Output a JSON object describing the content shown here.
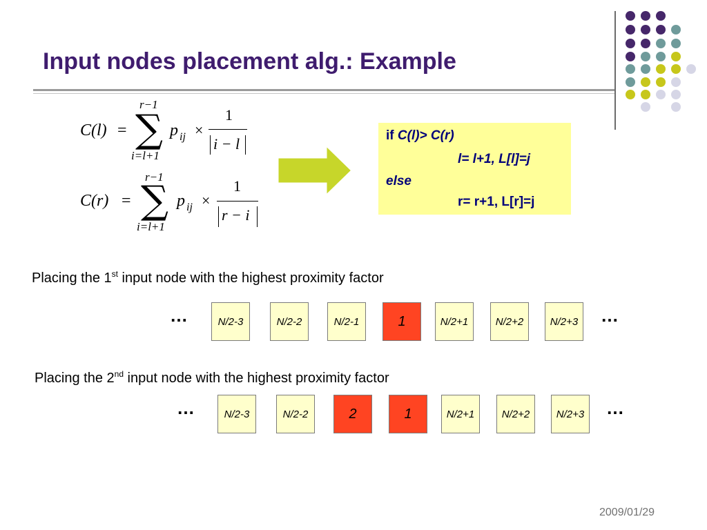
{
  "title": "Input nodes placement alg.: Example",
  "colors": {
    "title": "#3f1c6e",
    "purple": "#46276a",
    "teal": "#6f9b9b",
    "olive": "#c7c71b",
    "lavender": "#d6d6e6",
    "code_bg": "#ffff99",
    "code_text": "#00007a",
    "selected_node": "#ff4422",
    "node_bg": "#ffffcc",
    "arrow": "#c7d62a"
  },
  "formula_l": {
    "lhs": "C(l)",
    "eq": "=",
    "sum_upper": "r−1",
    "sum_lower": "i=l+1",
    "term": "p",
    "term_sub": "ij",
    "times": "×",
    "numerator": "1",
    "denominator": "i − l"
  },
  "formula_r": {
    "lhs": "C(r)",
    "eq": "=",
    "sum_upper": "r−1",
    "sum_lower": "i=l+1",
    "term": "p",
    "term_sub": "ij",
    "times": "×",
    "numerator": "1",
    "denominator": "r − i"
  },
  "code": {
    "line1_kw": "if ",
    "line1_cond": "C(l)> C(r)",
    "line2": "l= l+1, L[l]=j",
    "line3": "else",
    "line4": "r= r+1, L[r]=j"
  },
  "step1": {
    "caption_pre": "Placing the 1",
    "caption_sup": "st",
    "caption_post": " input node with the highest proximity factor",
    "ellipsis_left": "…",
    "ellipsis_right": "…",
    "nodes": [
      "N/2-3",
      "N/2-2",
      "N/2-1",
      "1",
      "N/2+1",
      "N/2+2",
      "N/2+3"
    ]
  },
  "step2": {
    "caption_pre": "Placing the 2",
    "caption_sup": "nd",
    "caption_post": " input node with the highest proximity factor",
    "ellipsis_left": "…",
    "ellipsis_right": "…",
    "nodes": [
      "N/2-3",
      "N/2-2",
      "2",
      "1",
      "N/2+1",
      "N/2+2",
      "N/2+3"
    ]
  },
  "date": "2009/01/29"
}
